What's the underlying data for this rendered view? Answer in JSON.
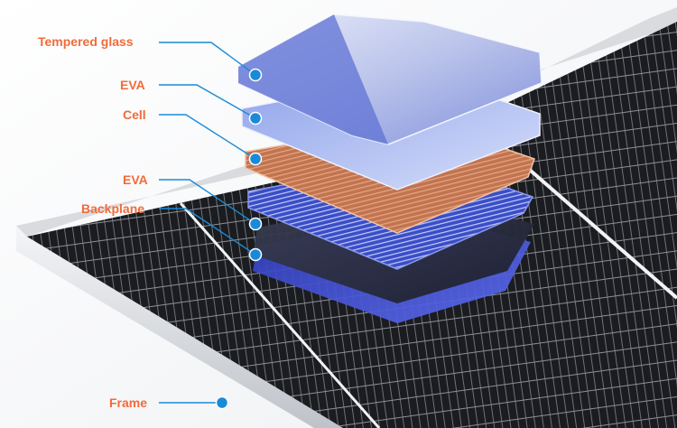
{
  "labels": {
    "tempered_glass": "Tempered glass",
    "eva_top": "EVA",
    "cell": "Cell",
    "eva_bottom": "EVA",
    "backplane": "Backplane",
    "frame": "Frame"
  },
  "colors": {
    "label_text": "#f26b3a",
    "leader_line": "#1a8ad8",
    "marker": "#1a8ad8",
    "panel_cell": "#1b1c20",
    "cell_gridline": "#f2f3f5",
    "frame_aluminum": "#d9dbde",
    "copper_cell": "#c77a52"
  }
}
